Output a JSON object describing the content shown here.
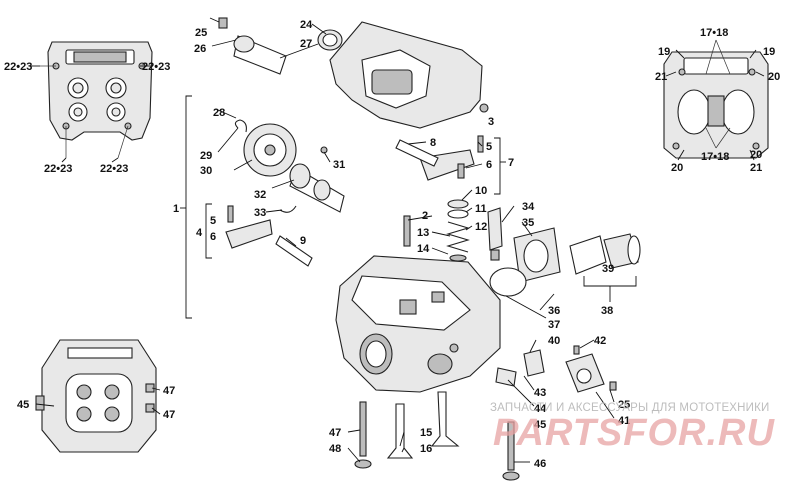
{
  "diagram": {
    "callouts": {
      "c1": "1",
      "c2": "2",
      "c3": "3",
      "c4": "4",
      "c5a": "5",
      "c5b": "5",
      "c6a": "6",
      "c6b": "6",
      "c7": "7",
      "c8": "8",
      "c9": "9",
      "c10": "10",
      "c11": "11",
      "c12": "12",
      "c13": "13",
      "c14": "14",
      "c15": "15",
      "c16": "16",
      "c17a": "17•18",
      "c17b": "17•18",
      "c19a": "19",
      "c19b": "19",
      "c20a": "20",
      "c20b": "20",
      "c20c": "20",
      "c21a": "21",
      "c21b": "21",
      "c22a": "22•23",
      "c22b": "22•23",
      "c22c": "22•23",
      "c22d": "22•23",
      "c24": "24",
      "c25a": "25",
      "c25b": "25",
      "c26": "26",
      "c27": "27",
      "c28": "28",
      "c29": "29",
      "c30": "30",
      "c31": "31",
      "c32": "32",
      "c33": "33",
      "c34": "34",
      "c35": "35",
      "c36": "36",
      "c37": "37",
      "c38": "38",
      "c39": "39",
      "c40": "40",
      "c41": "41",
      "c42": "42",
      "c43": "43",
      "c44": "44",
      "c45a": "45",
      "c45b": "45",
      "c46": "46",
      "c47a": "47",
      "c47b": "47",
      "c47c": "47",
      "c48": "48"
    }
  },
  "watermark": {
    "tagline": "ЗАПЧАСТИ И АКСЕССУАРЫ ДЛЯ МОТОТЕХНИКИ",
    "logo": "PARTSFOR.RU",
    "logo_color": "#e8a3a3"
  }
}
